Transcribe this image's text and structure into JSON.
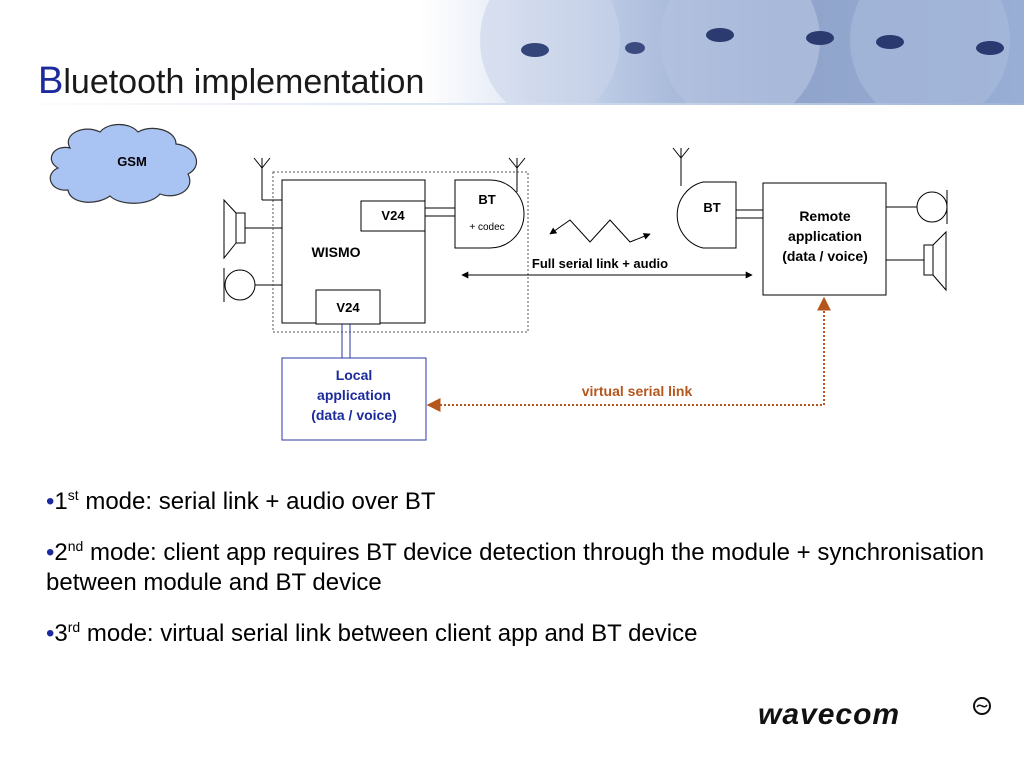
{
  "slide": {
    "title_initial": "B",
    "title_rest": "luetooth implementation"
  },
  "diagram": {
    "gsm_label": "GSM",
    "wismo_label": "WISMO",
    "v24_top": "V24",
    "v24_bottom": "V24",
    "bt_left": "BT",
    "bt_left_sub": "+ codec",
    "bt_right": "BT",
    "full_link_label": "Full serial link + audio",
    "remote_app_lines": [
      "Remote",
      "application",
      "(data / voice)"
    ],
    "local_app_lines": [
      "Local",
      "application",
      "(data / voice)"
    ],
    "virtual_link_label": "virtual serial link",
    "colors": {
      "local_app_text": "#1b2a9c",
      "virtual_link": "#b5561c",
      "local_border": "#2b3aa8"
    }
  },
  "bullets": [
    {
      "dot": "•",
      "num": "1",
      "sup": "st",
      "text": " mode: serial link + audio over BT"
    },
    {
      "dot": "•",
      "num": "2",
      "sup": "nd",
      "text": " mode: client app requires BT device detection through the module + synchronisation between module and BT device"
    },
    {
      "dot": "•",
      "num": "3",
      "sup": "rd",
      "text": " mode: virtual serial link between client app and BT device"
    }
  ],
  "logo": {
    "text": "wavecom"
  }
}
